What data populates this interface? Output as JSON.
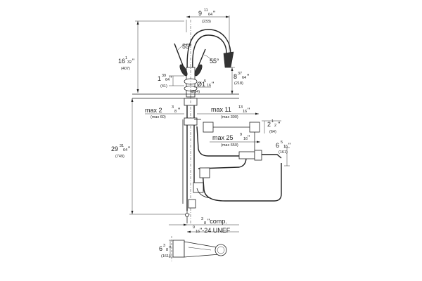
{
  "dimensions": {
    "spout_reach": {
      "whole": "9",
      "num": "11",
      "den": "64",
      "unit": "\"",
      "metric": "(233)"
    },
    "overall_height_top": {
      "whole": "16",
      "num": "1",
      "den": "32",
      "unit": "\"",
      "metric": "(407)"
    },
    "angle_left": "55°",
    "angle_right": "55°",
    "spout_height": {
      "whole": "8",
      "num": "37",
      "den": "64",
      "unit": "\"",
      "metric": "(218)"
    },
    "handle_height": {
      "whole": "1",
      "num": "39",
      "den": "64",
      "unit": "\"",
      "metric": "(41)"
    },
    "hole_diameter": {
      "prefix": "Ø1",
      "num": "5",
      "den": "16",
      "unit": "\"",
      "metric": "(Ø34)"
    },
    "deck_max": {
      "prefix": "max 2",
      "num": "3",
      "den": "8",
      "unit": "\"",
      "metric": "(max 60)"
    },
    "hose_max_a": {
      "prefix": "max 11",
      "num": "13",
      "den": "16",
      "unit": "\"",
      "metric": "(max 300)"
    },
    "hose_max_b": {
      "prefix": "max 25",
      "num": "9",
      "den": "16",
      "unit": "\"",
      "metric": "(max 650)"
    },
    "side_a": {
      "whole": "2",
      "num": "1",
      "den": "2",
      "unit": "\"",
      "metric": "(64)"
    },
    "side_b": {
      "whole": "6",
      "num": "5",
      "den": "16",
      "unit": "\"",
      "metric": "(161)"
    },
    "total_height": {
      "whole": "29",
      "num": "31",
      "den": "64",
      "unit": "\"",
      "metric": "(749)"
    },
    "comp": {
      "num": "3",
      "den": "8",
      "suffix": "\"comp."
    },
    "unef": {
      "num": "9",
      "den": "16",
      "suffix": "\"-24 UNEF"
    },
    "handle_width": {
      "whole": "6",
      "num": "3",
      "den": "8",
      "unit": "\"",
      "metric": "(161)"
    }
  }
}
